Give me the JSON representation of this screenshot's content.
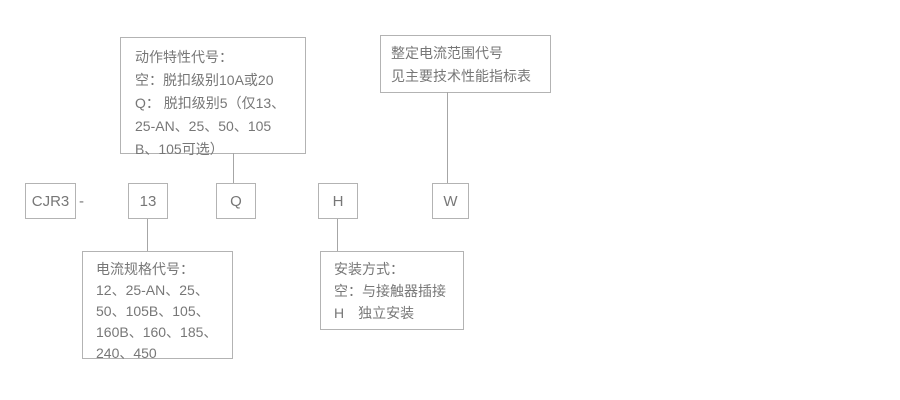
{
  "diagram": {
    "title": "CJR3 model designation diagram",
    "model_code": {
      "prefix": "CJR3",
      "separator": "-",
      "codes": {
        "current_spec": "13",
        "action_characteristic": "Q",
        "mounting": "H",
        "setting_range": "W"
      }
    },
    "callouts": {
      "action_characteristic": {
        "lines": [
          "动作特性代号：",
          "空：脱扣级别10A或20",
          "Q： 脱扣级别5（仅13、",
          "25-AN、25、50、105",
          "B、105可选）"
        ]
      },
      "setting_current_range": {
        "lines": [
          "整定电流范围代号",
          "见主要技术性能指标表"
        ]
      },
      "current_spec": {
        "lines": [
          "电流规格代号：",
          "12、25-AN、25、",
          "50、105B、105、",
          "160B、160、185、",
          "240、450"
        ]
      },
      "mounting_mode": {
        "lines": [
          "安装方式：",
          "空：与接触器插接",
          "H　独立安装"
        ]
      }
    },
    "colors": {
      "background": "#ffffff",
      "border": "#b3b3b3",
      "text": "#777777",
      "connector": "#a6a6a6"
    }
  }
}
